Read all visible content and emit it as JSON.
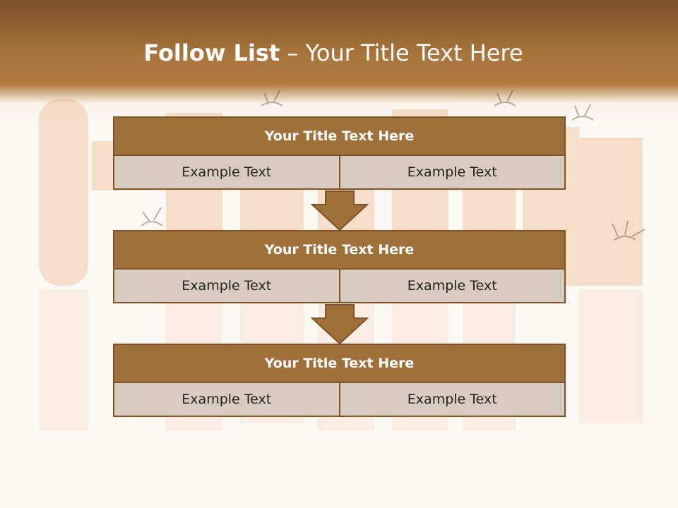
{
  "slide": {
    "title_bold": "Follow List",
    "title_rest": "– Your Title Text Here"
  },
  "steps": [
    {
      "title": "Your Title Text Here",
      "left": "Example Text",
      "right": "Example Text"
    },
    {
      "title": "Your Title Text Here",
      "left": "Example Text",
      "right": "Example Text"
    },
    {
      "title": "Your Title Text Here",
      "left": "Example Text",
      "right": "Example Text"
    }
  ],
  "colors": {
    "header_dark": "#7a5128",
    "box_fill": "#a0703a",
    "box_border": "#7d5327",
    "cell_fill": "#d8cbbf",
    "arrow_fill": "#a0703a"
  }
}
